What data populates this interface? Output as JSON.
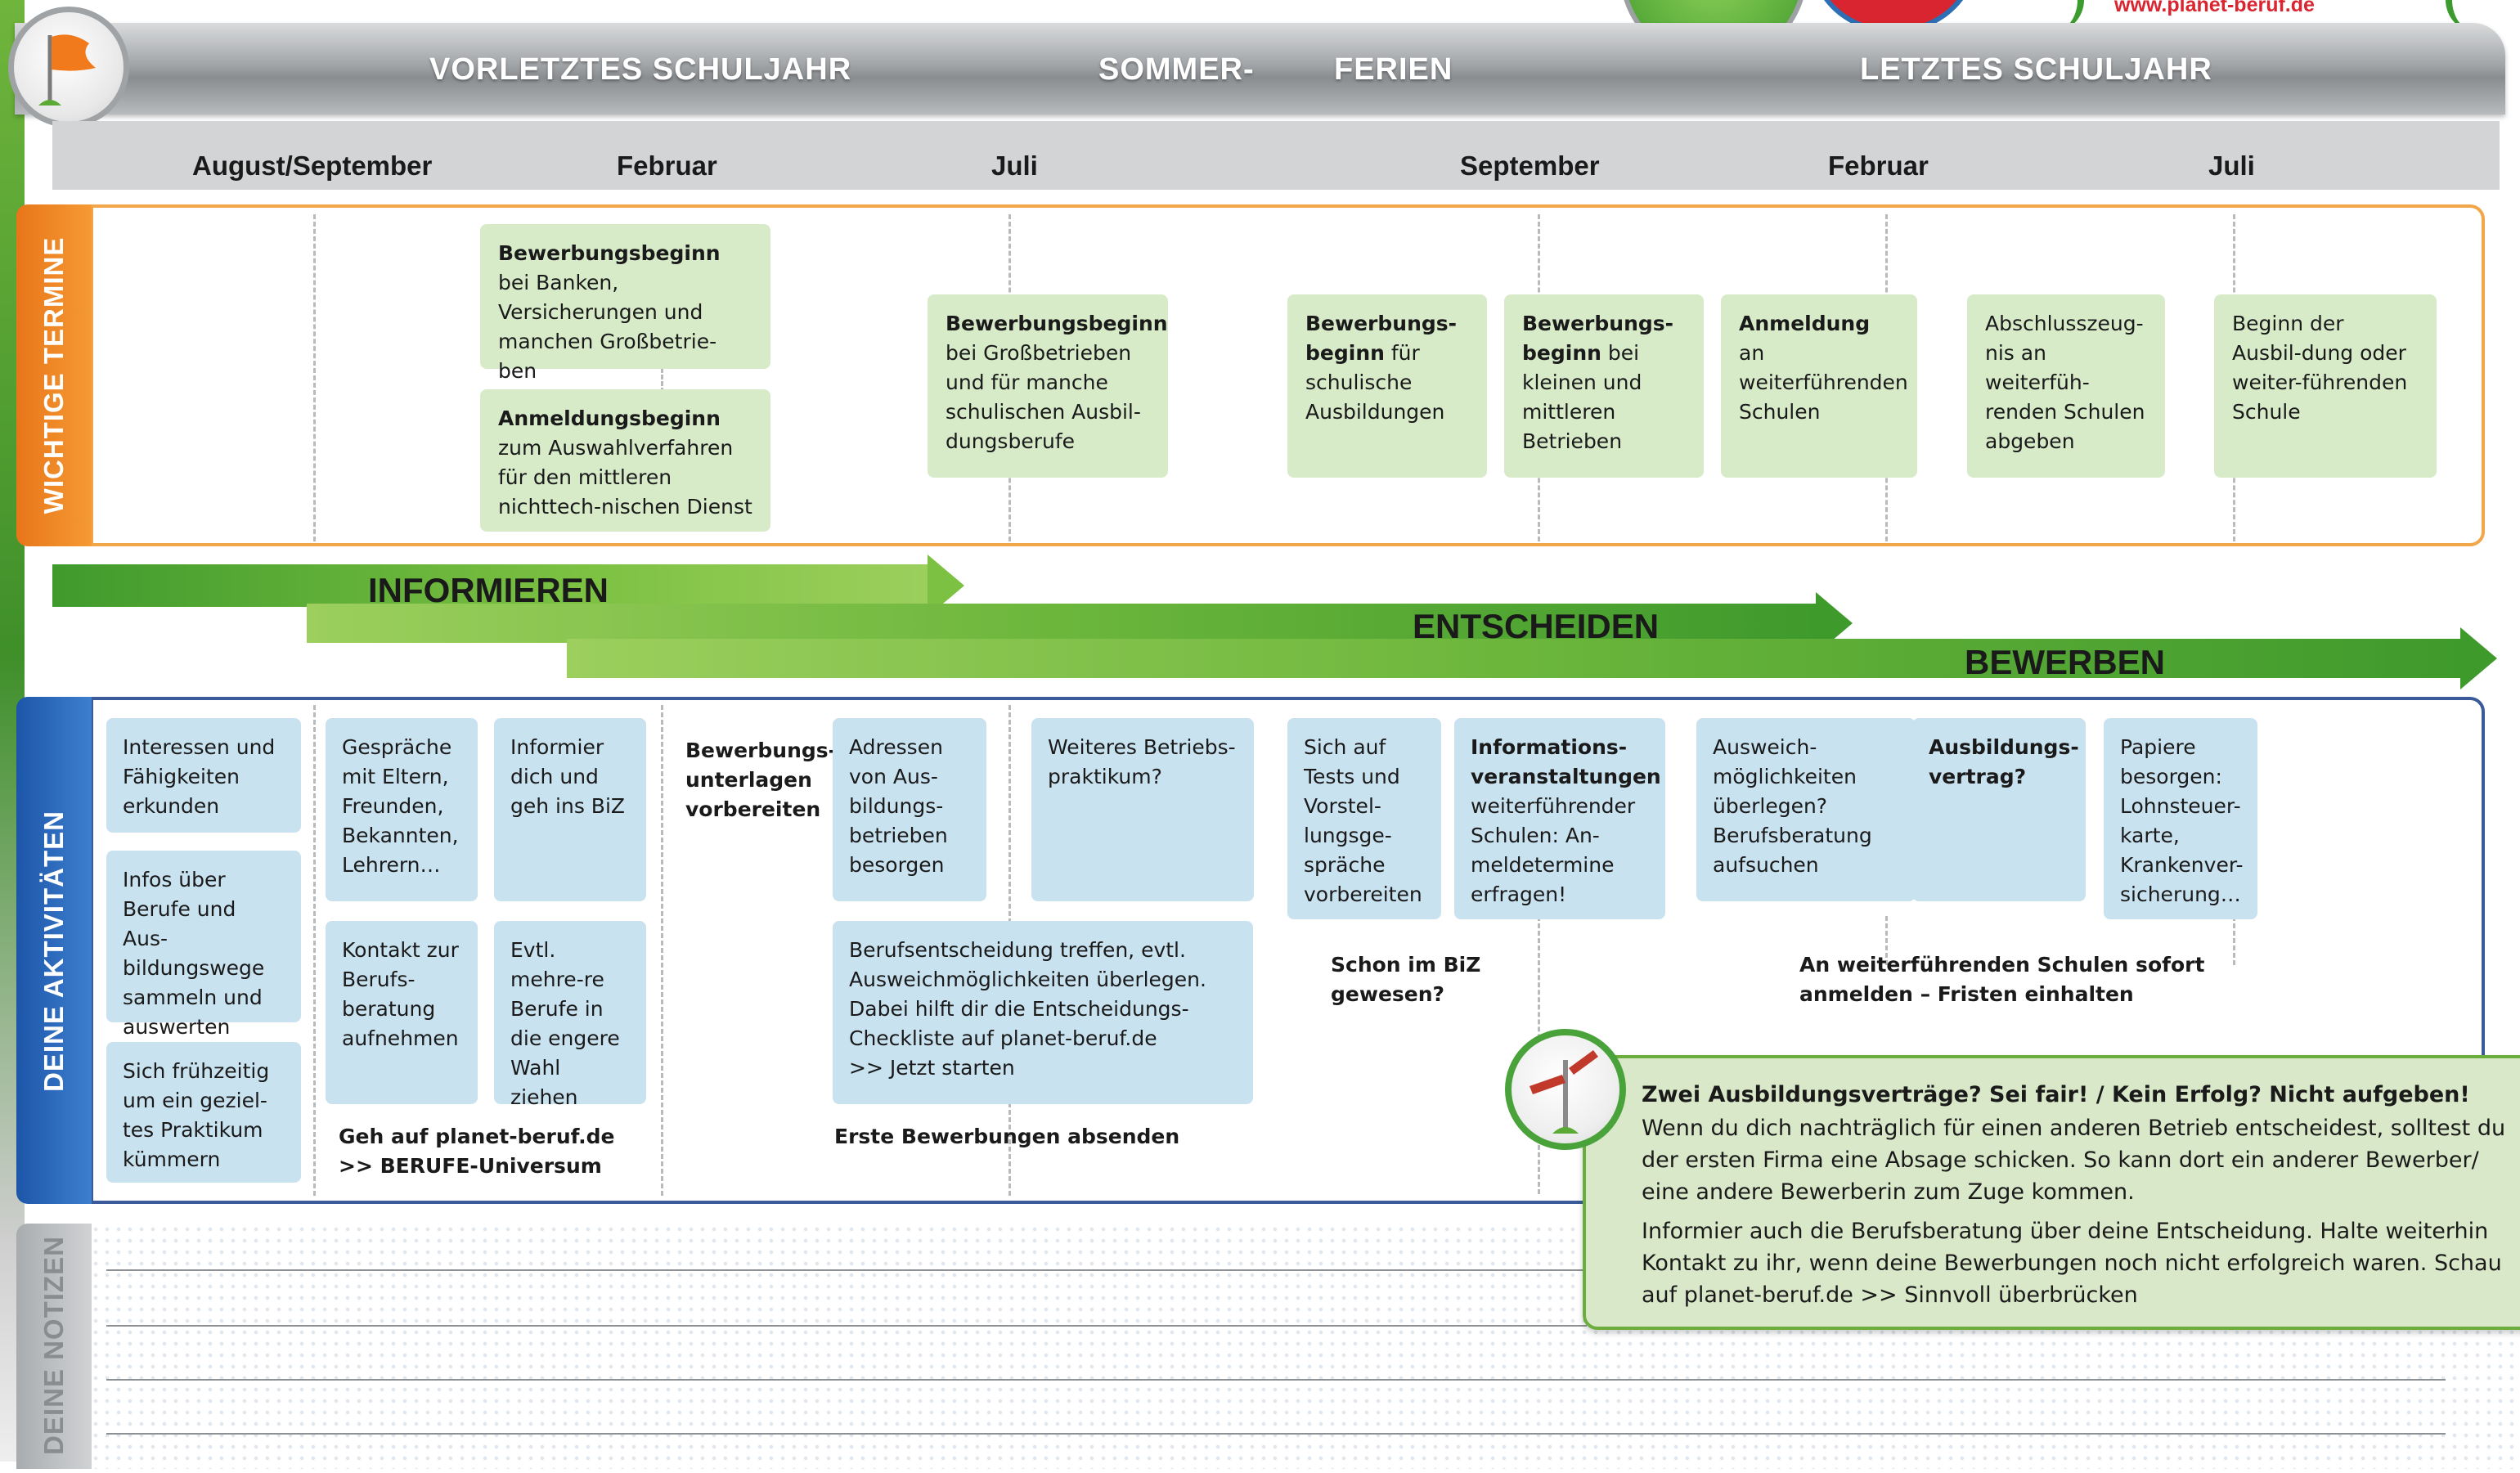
{
  "header": {
    "website": "www.planet-beruf.de",
    "season_prev": "VORLETZTES SCHULJAHR",
    "season_summer_1": "SOMMER-",
    "season_summer_2": "FERIEN",
    "season_last": "LETZTES SCHULJAHR"
  },
  "months": [
    "August/September",
    "Februar",
    "Juli",
    "September",
    "Februar",
    "Juli"
  ],
  "sections": {
    "termine": "WICHTIGE TERMINE",
    "aktivitaeten": "DEINE AKTIVITÄTEN",
    "notizen": "DEINE NOTIZEN"
  },
  "termine": {
    "t1_bold": "Bewerbungsbeginn",
    "t1_text": " bei Banken, Versicherungen und manchen Großbetrie-ben",
    "t2_bold": "Anmeldungsbeginn",
    "t2_text": " zum Auswahlverfahren für den mittleren nichttech-nischen Dienst",
    "t3_bold": "Bewerbungsbeginn",
    "t3_text": " bei Großbetrieben und für manche schulischen Ausbil-dungsberufe",
    "t4_bold": "Bewerbungs-beginn",
    "t4_text": " für schulische Ausbildungen",
    "t5_bold": "Bewerbungs-beginn",
    "t5_text": " bei kleinen und mittleren Betrieben",
    "t6_bold": "Anmeldung",
    "t6_text": " an weiterführenden Schulen",
    "t7_text": "Abschlusszeug-nis an weiterfüh-renden Schulen abgeben",
    "t8_text": "Beginn der Ausbil-dung oder weiter-führenden Schule"
  },
  "phases": {
    "informieren": "INFORMIEREN",
    "entscheiden": "ENTSCHEIDEN",
    "bewerben": "BEWERBEN"
  },
  "aktivitaeten": {
    "a1": "Interessen und Fähigkeiten erkunden",
    "a2": "Infos über Berufe und Aus-bildungswege sammeln und auswerten",
    "a3": "Sich frühzeitig um ein geziel-tes Praktikum kümmern",
    "a4": "Gespräche mit Eltern, Freunden, Bekannten, Lehrern…",
    "a5": "Informier dich und geh ins BiZ",
    "a6": "Kontakt zur Berufs-beratung aufnehmen",
    "a7": "Evtl. mehre-re Berufe in die engere Wahl ziehen",
    "a8_1": "Geh auf planet-beruf.de",
    "a8_2": ">> BERUFE-Universum",
    "a9": "Bewerbungs-unterlagen vorbereiten",
    "a10": "Adressen von Aus-bildungs-betrieben besorgen",
    "a11": "Weiteres Betriebs-praktikum?",
    "a12_1": "Berufsentscheidung treffen, evtl. Ausweichmöglichkeiten überlegen. Dabei hilft dir die Entscheidungs-Checkliste auf planet-beruf.de",
    "a12_2": ">> Jetzt starten",
    "a13": "Erste Bewerbungen absenden",
    "a14": "Sich auf Tests und Vorstel-lungsge-spräche vorbereiten",
    "a15": "Schon im BiZ gewesen?",
    "a16_bold": "Informations-veranstaltungen",
    "a16_text": " weiterführender Schulen: An-meldetermine erfragen!",
    "a17": "Ausweich-möglichkeiten überlegen? Berufsberatung aufsuchen",
    "a18": "Ausbildungs-vertrag?",
    "a19": "Papiere besorgen: Lohnsteuer-karte, Krankenver-sicherung…",
    "a20": "An weiterführenden Schulen sofort anmelden – Fristen einhalten"
  },
  "infobox": {
    "title": "Zwei Ausbildungsverträge? Sei fair! / Kein Erfolg? Nicht aufgeben!",
    "p1": "Wenn du dich nachträglich für einen anderen Betrieb entscheidest, solltest du der ersten Firma eine Absage schicken. So kann dort ein anderer Bewerber/ eine andere Bewerberin zum Zuge kommen.",
    "p2": "Informier auch die Berufsberatung über deine Entscheidung. Halte weiterhin Kontakt zu ihr, wenn deine Bewerbungen noch nicht erfolgreich waren. Schau auf planet-beruf.de >> Sinnvoll überbrücken"
  },
  "icons": {
    "flag": "flag-icon",
    "signpost": "signpost-icon"
  },
  "colors": {
    "termine": "#f08a24",
    "aktivitaeten": "#1d56a8",
    "green_box": "#d7ebc9",
    "blue_box": "#c9e2f0",
    "arrow_green": "#5aaa35"
  }
}
